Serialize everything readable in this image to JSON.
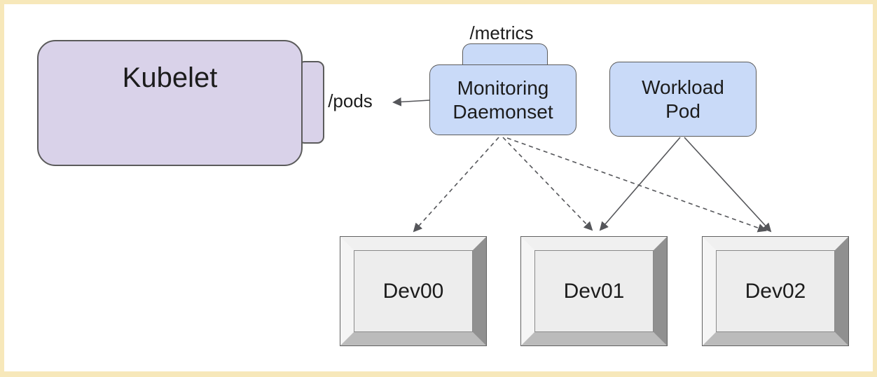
{
  "palette": {
    "frame_color": "#f7e8ba",
    "canvas_color": "#ffffff",
    "purple_fill": "#d9d2e9",
    "blue_fill": "#c9daf8",
    "shape_border": "#5b5b5b",
    "stroke_color": "#55565a",
    "bevel_top": "#f0f0f0",
    "bevel_left": "#f5f5f5",
    "bevel_right": "#909090",
    "bevel_bottom": "#bbbbbb",
    "panel_fill": "#ededed",
    "text_color": "#1c1c1c"
  },
  "nodes": {
    "kubelet": {
      "label": "Kubelet"
    },
    "pods_endpoint": {
      "label": "/pods"
    },
    "metrics_endpoint": {
      "label": "/metrics"
    },
    "monitoring_daemonset": {
      "label": "Monitoring\nDaemonset"
    },
    "workload_pod": {
      "label": "Workload\nPod"
    },
    "devices": [
      {
        "label": "Dev00"
      },
      {
        "label": "Dev01"
      },
      {
        "label": "Dev02"
      }
    ]
  },
  "edges": [
    {
      "from": "monitoring-daemonset",
      "to": "kubelet-pods",
      "style": "solid"
    },
    {
      "from": "monitoring-daemonset",
      "to": "dev00",
      "style": "dashed"
    },
    {
      "from": "monitoring-daemonset",
      "to": "dev01",
      "style": "dashed"
    },
    {
      "from": "monitoring-daemonset",
      "to": "dev02",
      "style": "dashed"
    },
    {
      "from": "workload-pod",
      "to": "dev01",
      "style": "solid"
    },
    {
      "from": "workload-pod",
      "to": "dev02",
      "style": "solid"
    }
  ]
}
